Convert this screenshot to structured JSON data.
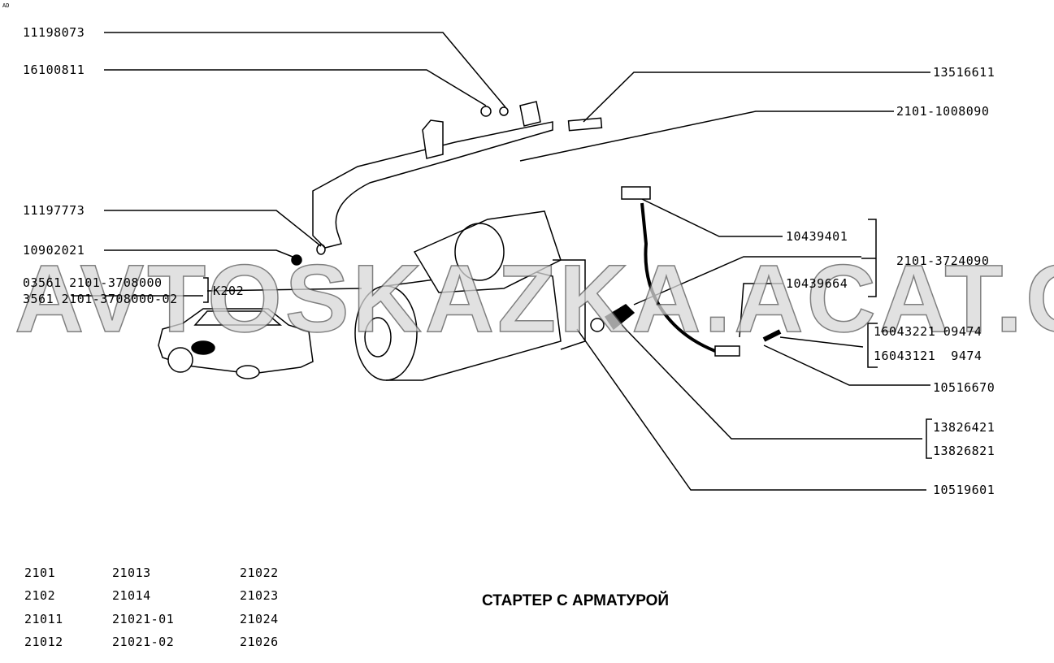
{
  "corner_mark": "AD",
  "title": "СТАРТЕР С АРМАТУРОЙ",
  "watermark": "AVTOSKAZKA.ACAT.ONLINE",
  "left_labels": [
    "11198073",
    "16100811",
    "11197773",
    "10902021"
  ],
  "assembly_labels": [
    "03561 2101-3708000",
    "3561 2101-3708000-02",
    "K202"
  ],
  "right_labels": {
    "p1": "13516611",
    "p2": "2101-1008090",
    "p3": "10439401",
    "p4": "2101-3724090",
    "p5": "10439664",
    "p6a": "16043221 09474",
    "p6b": "16043121  9474",
    "p7": "10516670",
    "p8a": "13826421",
    "p8b": "13826821",
    "p9": "10519601"
  },
  "models": [
    [
      "2101",
      "21013",
      "21022"
    ],
    [
      "2102",
      "21014",
      "21023"
    ],
    [
      "21011",
      "21021-01",
      "21024"
    ],
    [
      "21012",
      "21021-02",
      "21026"
    ]
  ]
}
